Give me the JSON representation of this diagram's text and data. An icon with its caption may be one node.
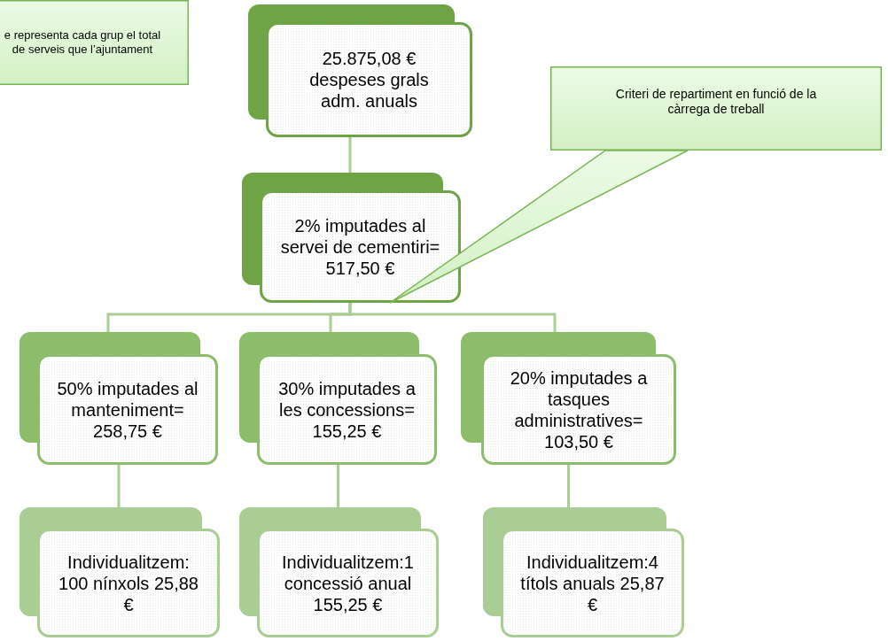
{
  "diagram": {
    "nodes": [
      {
        "text": [
          "e representa cada grup el total de serveis que l’ajuntament"
        ]
      },
      {
        "text": [
          "25.875,08 € despeses grals adm. anuals"
        ]
      },
      {
        "text": [
          "2% imputades al servei de cementiri= 517,50 €"
        ]
      },
      {
        "text": [
          "50% imputades al manteniment= 258,75 €"
        ]
      },
      {
        "text": [
          "30% imputades a les concessions= 155,25 €"
        ]
      },
      {
        "text": [
          "20% imputades a tasques administratives= 103,50 €"
        ]
      },
      {
        "text": [
          "Individualitzem: 100 nínxols 25,88 €"
        ]
      },
      {
        "text": [
          "Individualitzem:1 concessió anual 155,25 €"
        ]
      },
      {
        "text": [
          "Individualitzem:4 títols anuals 25,87 €"
        ]
      },
      {
        "text": [
          "Criteri de repartiment en funció de la càrrega de treball"
        ]
      }
    ],
    "edges": [
      {
        "from": 1,
        "to": 2,
        "arrow": "none"
      },
      {
        "from": 2,
        "to": 3,
        "arrow": "none"
      },
      {
        "from": 2,
        "to": 4,
        "arrow": "none"
      },
      {
        "from": 2,
        "to": 5,
        "arrow": "none"
      },
      {
        "from": 3,
        "to": 6,
        "arrow": "none"
      },
      {
        "from": 4,
        "to": 7,
        "arrow": "none"
      },
      {
        "from": 5,
        "to": 8,
        "arrow": "none"
      },
      {
        "from": 9,
        "to": 2,
        "arrow": "none"
      }
    ]
  }
}
